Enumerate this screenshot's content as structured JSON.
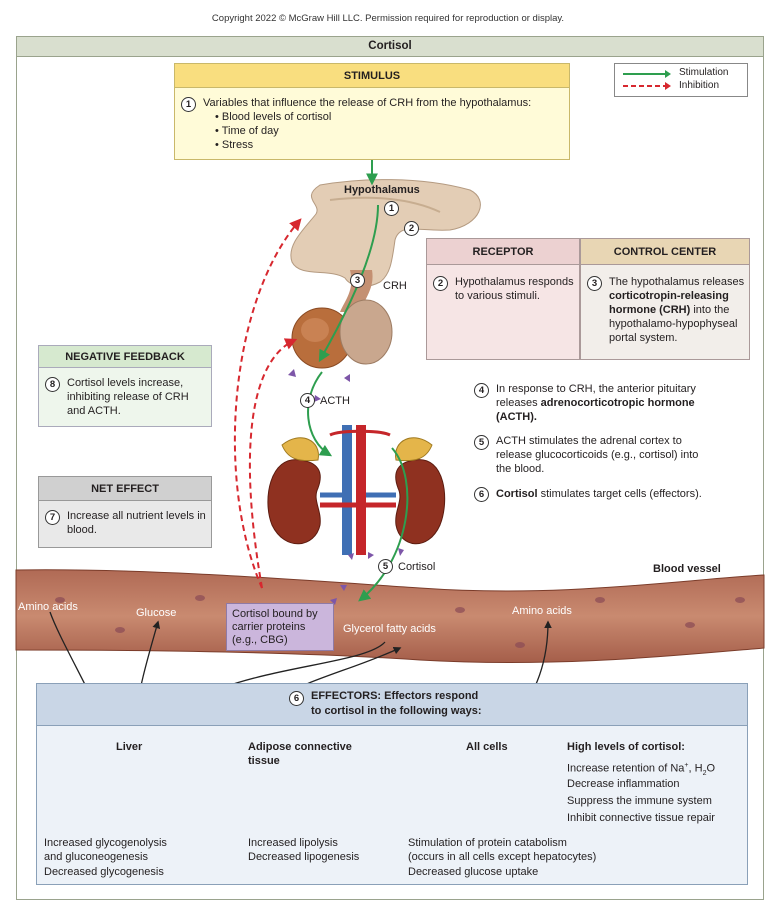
{
  "copyright": "Copyright 2022 © McGraw Hill LLC. Permission required for reproduction or display.",
  "title": "Cortisol",
  "legend": {
    "stimulation": "Stimulation",
    "inhibition": "Inhibition",
    "stimulation_color": "#2e9e4f",
    "inhibition_color": "#d7282f"
  },
  "stimulus": {
    "header": "STIMULUS",
    "step": "1",
    "text": "Variables that influence the release of CRH from the hypothalamus:",
    "bullets": [
      "• Blood levels of cortisol",
      "• Time of day",
      "• Stress"
    ]
  },
  "anatomy": {
    "hypothalamus": "Hypothalamus",
    "crh": "CRH",
    "acth": "ACTH",
    "cortisol": "Cortisol",
    "blood_vessel": "Blood vessel",
    "step1": "1",
    "step2": "2",
    "step3": "3",
    "step4": "4",
    "step5": "5"
  },
  "receptor": {
    "header": "RECEPTOR",
    "step": "2",
    "text": "Hypothalamus responds to various stimuli."
  },
  "control_center": {
    "header": "CONTROL CENTER",
    "step": "3",
    "text_a": "The hypothalamus releases ",
    "text_bold": "corticotropin-releasing hormone (CRH)",
    "text_b": " into the hypothalamo-hypophyseal portal system."
  },
  "negative_feedback": {
    "header": "NEGATIVE FEEDBACK",
    "step": "8",
    "text": "Cortisol levels increase, inhibiting release of CRH and ACTH."
  },
  "net_effect": {
    "header": "NET EFFECT",
    "step": "7",
    "text": "Increase all nutrient levels in blood."
  },
  "steps_right": [
    {
      "step": "4",
      "text_a": "In response to CRH, the anterior pituitary releases ",
      "text_bold": "adrenocorticotropic hormone (ACTH).",
      "text_b": ""
    },
    {
      "step": "5",
      "text_a": "ACTH stimulates the adrenal cortex to release glucocorticoids (e.g., cortisol) into the blood.",
      "text_bold": "",
      "text_b": ""
    },
    {
      "step": "6",
      "text_a": "",
      "text_bold": "Cortisol",
      "text_b": " stimulates target cells (effectors)."
    }
  ],
  "vessel_labels": {
    "amino_acids_left": "Amino acids",
    "glucose": "Glucose",
    "cbg": "Cortisol bound by carrier proteins (e.g., CBG)",
    "glycerol": "Glycerol fatty acids",
    "amino_acids_right": "Amino acids"
  },
  "effectors": {
    "step": "6",
    "header_line1": "EFFECTORS: Effectors respond",
    "header_line2": "to cortisol in the following ways:",
    "liver": {
      "title": "Liver",
      "lines": [
        "Increased glycogenolysis",
        "and gluconeogenesis",
        "Decreased glycogenesis"
      ]
    },
    "adipose": {
      "title_line1": "Adipose connective",
      "title_line2": "tissue",
      "lines": [
        "Increased lipolysis",
        "Decreased lipogenesis"
      ]
    },
    "all_cells": {
      "title": "All cells",
      "lines": [
        "Stimulation of protein catabolism",
        "(occurs in all cells except hepatocytes)",
        "Decreased glucose uptake"
      ]
    },
    "high_levels": {
      "title": "High levels of cortisol:",
      "line1_a": "Increase retention of Na",
      "line1_sup": "+",
      "line1_b": ", H",
      "line1_sub": "2",
      "line1_c": "O",
      "lines": [
        "Decrease inflammation",
        "Suppress the immune system",
        "Inhibit connective tissue repair"
      ]
    }
  }
}
